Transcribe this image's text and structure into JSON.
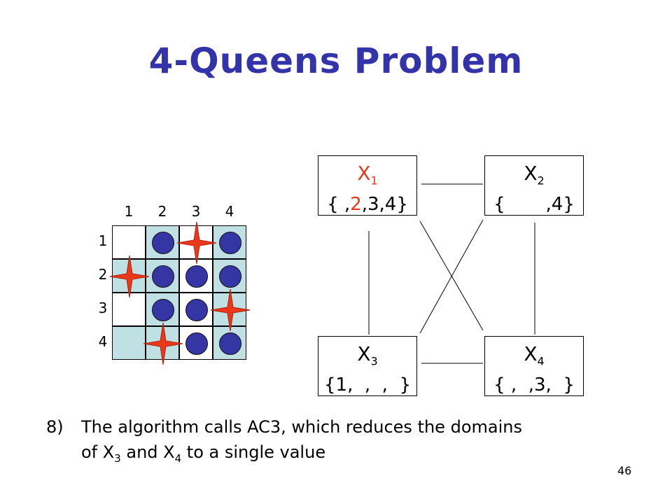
{
  "title": "4-Queens Problem",
  "board": {
    "col_labels": [
      "1",
      "2",
      "3",
      "4"
    ],
    "row_labels": [
      "1",
      "2",
      "3",
      "4"
    ],
    "rows": [
      [
        "empty",
        "queen",
        "x",
        "queen"
      ],
      [
        "x",
        "queen",
        "queen",
        "queen"
      ],
      [
        "empty",
        "queen",
        "queen",
        "x"
      ],
      [
        "empty",
        "x",
        "queen",
        "queen"
      ]
    ],
    "shaded_columns": [
      2,
      4
    ],
    "shaded_cells": [
      [
        2,
        1
      ],
      [
        4,
        1
      ]
    ]
  },
  "nodes": {
    "x1": {
      "var": "X",
      "sub": "1",
      "dom_open": "{ ,",
      "dom_highlight": "2",
      "dom_close": ",3,4}"
    },
    "x2": {
      "var": "X",
      "sub": "2",
      "dom": "{       ,4}"
    },
    "x3": {
      "var": "X",
      "sub": "3",
      "dom": "{1,  ,  ,  }"
    },
    "x4": {
      "var": "X",
      "sub": "4",
      "dom": "{ ,  ,3,  }"
    }
  },
  "caption": {
    "number": "8)",
    "line1": "The algorithm calls AC3, which reduces the domains",
    "line2_a": "of X",
    "sub_a": "3",
    "line2_b": " and X",
    "sub_b": "4",
    "line2_c": " to a single value"
  },
  "page_number": "46",
  "colors": {
    "title": "#3333aa",
    "queen": "#3535a3",
    "shaded": "#bfe1e4",
    "highlight": "#e8391d"
  }
}
